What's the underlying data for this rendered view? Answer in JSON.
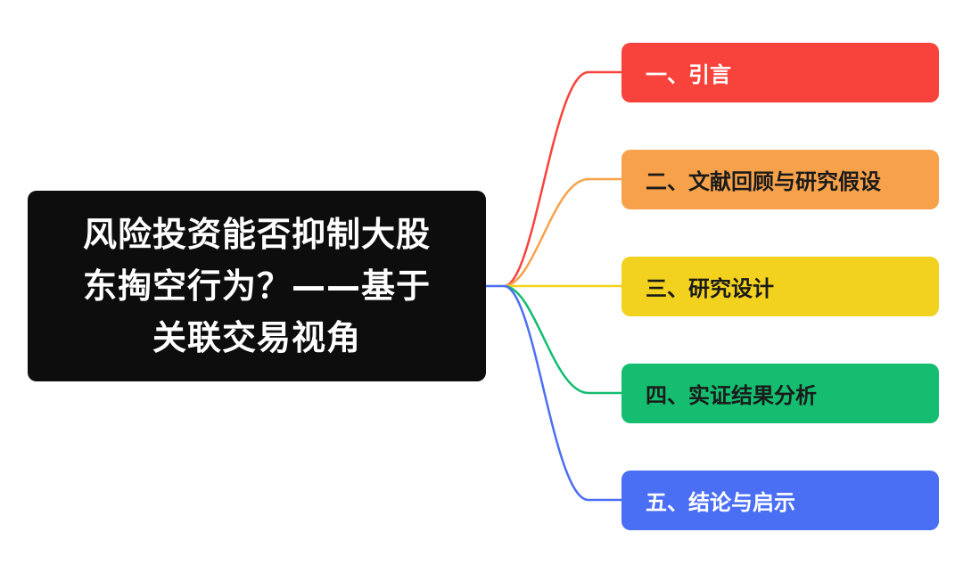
{
  "root": {
    "title_lines": [
      "风险投资能否抑制大股",
      "东掏空行为？——基于",
      "关联交易视角"
    ]
  },
  "branches": [
    {
      "label": "一、引言",
      "color": "#f8433d",
      "text_color": "#ffffff"
    },
    {
      "label": "二、文献回顾与研究假设",
      "color": "#f7a24a",
      "text_color": "#1a1a1a"
    },
    {
      "label": "三、研究设计",
      "color": "#f2d11f",
      "text_color": "#1a1a1a"
    },
    {
      "label": "四、实证结果分析",
      "color": "#14bd6f",
      "text_color": "#1a1a1a"
    },
    {
      "label": "五、结论与启示",
      "color": "#4b6ff4",
      "text_color": "#ffffff"
    }
  ],
  "root_color": "#0d0d0d",
  "hub_line_color": "#4b6ff4"
}
